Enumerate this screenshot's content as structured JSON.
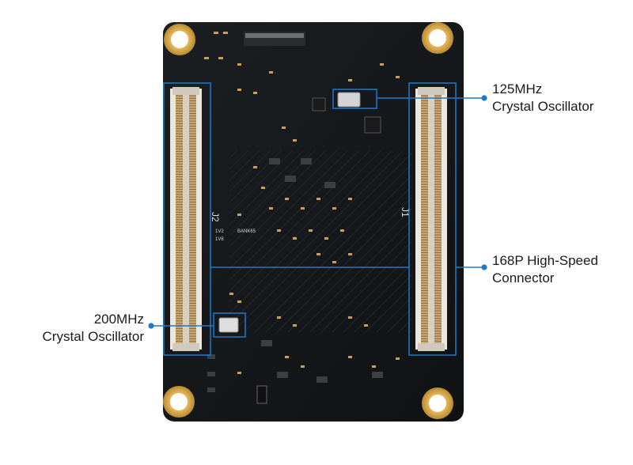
{
  "accent_color": "#1f78c8",
  "board": {
    "silkscreen": {
      "j1": "J1",
      "j2": "J2",
      "bank_65": "BANK65",
      "v12": "1V2",
      "v18": "1V8"
    }
  },
  "callouts": {
    "osc_125": {
      "line1": "125MHz",
      "line2": "Crystal Oscillator"
    },
    "connector": {
      "line1": "168P High-Speed",
      "line2": "Connector"
    },
    "osc_200": {
      "line1": "200MHz",
      "line2": "Crystal Oscillator"
    }
  }
}
